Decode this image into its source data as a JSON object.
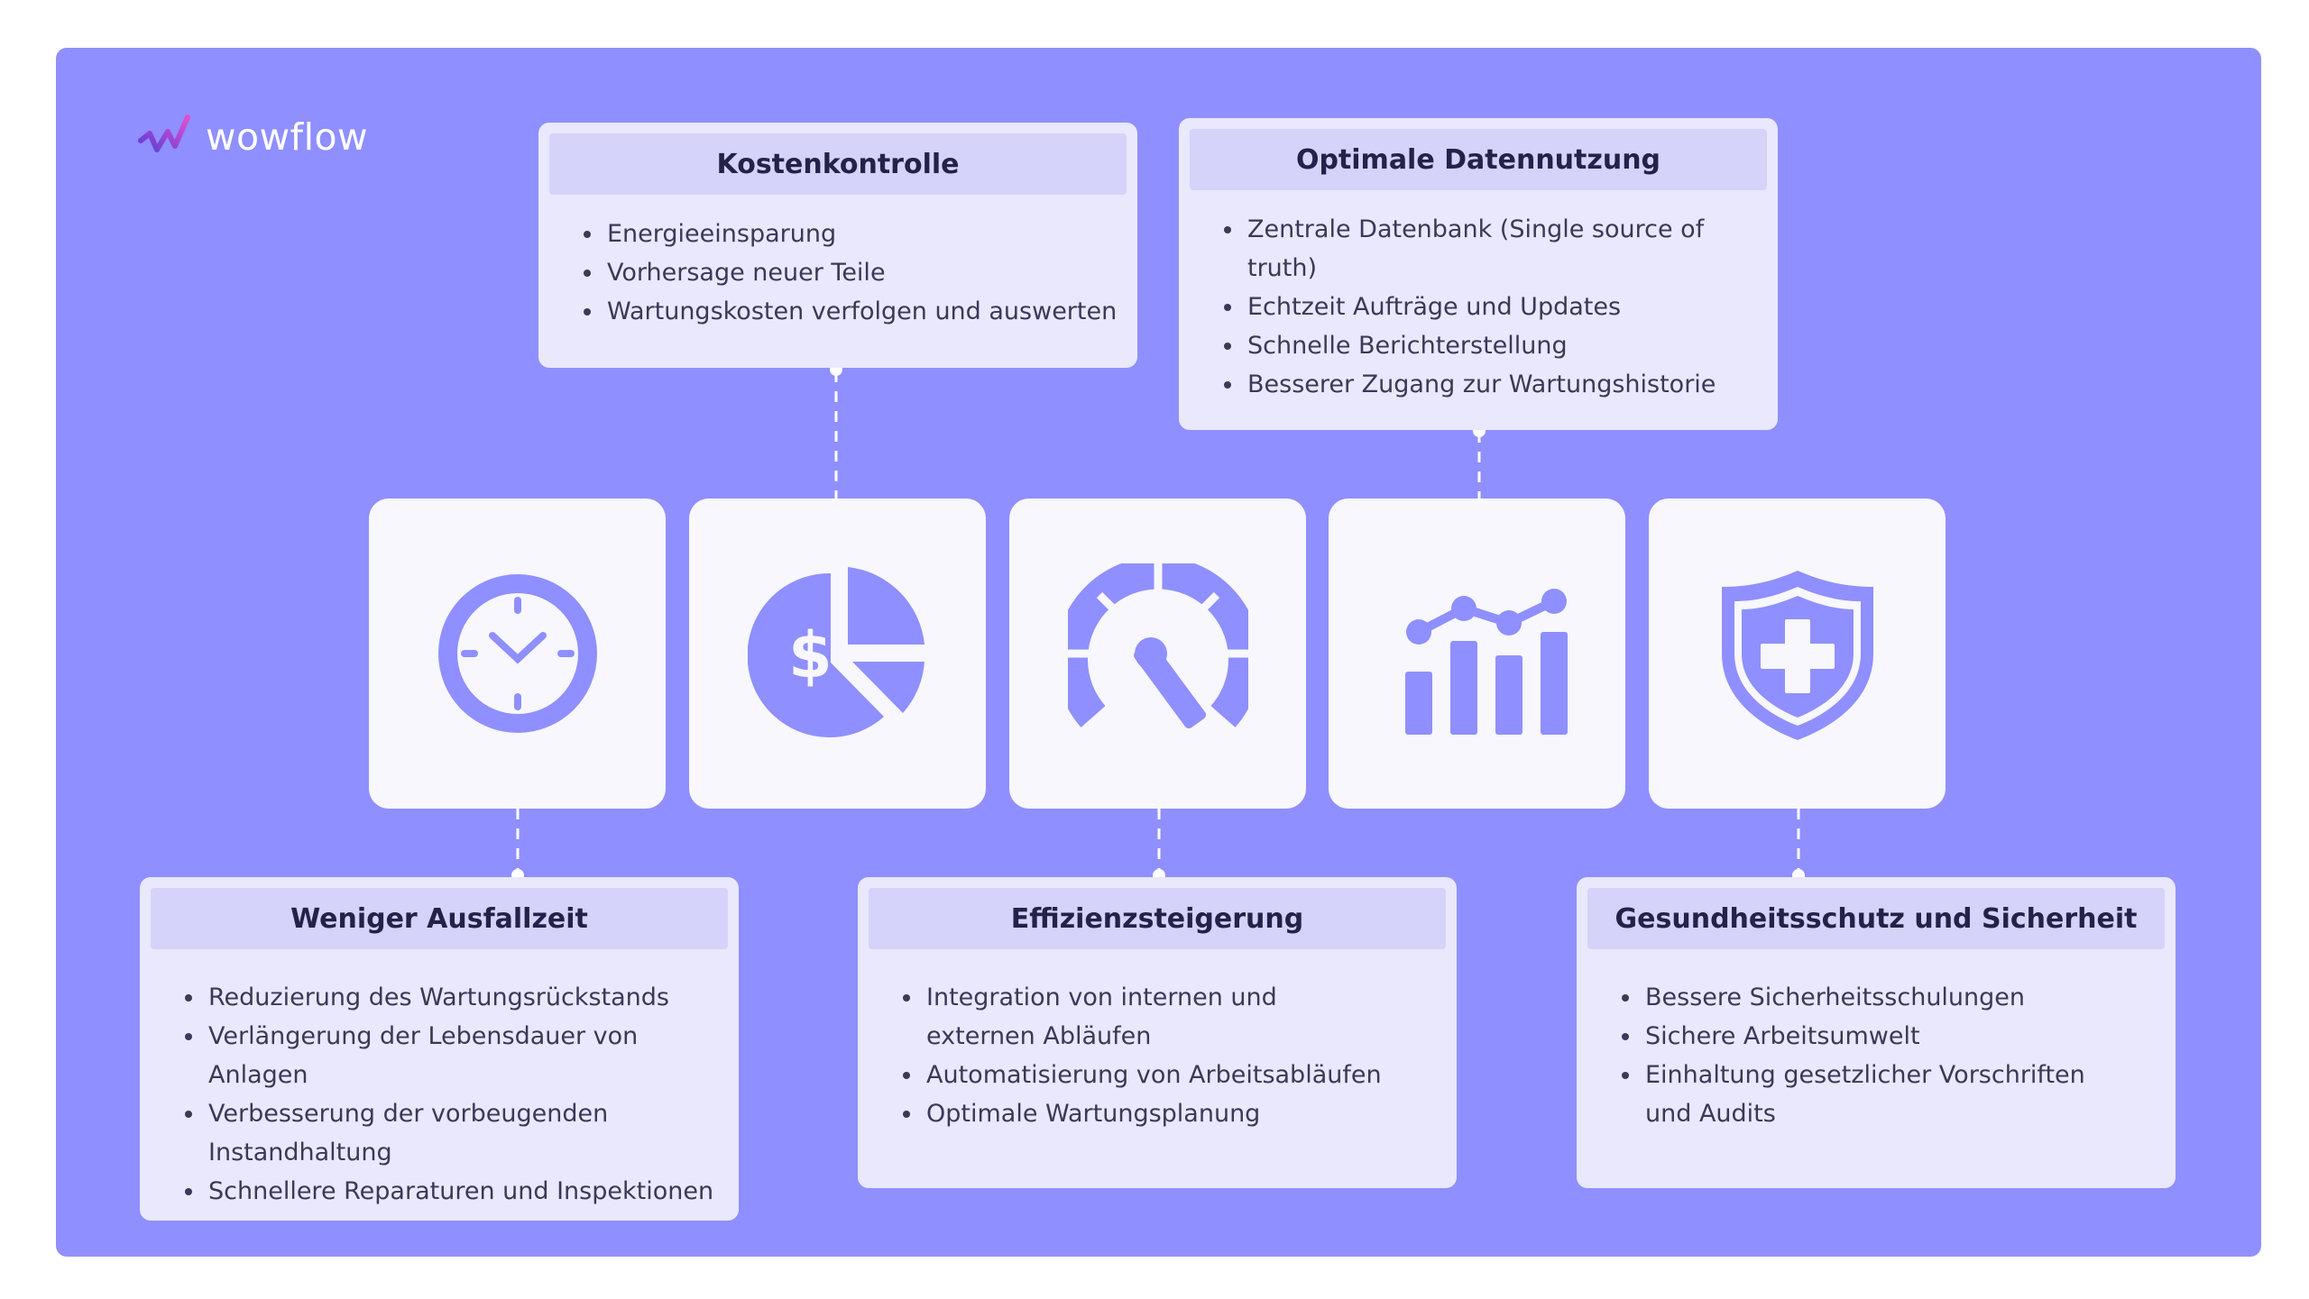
{
  "brand": {
    "name": "wowflow",
    "logo_icon": "wave-check-icon"
  },
  "colors": {
    "panel": "#8f8fff",
    "accent": "#8f8fff",
    "card": "#e9e8fc",
    "card_header": "#d5d3fa",
    "tile": "#f7f7fd"
  },
  "icons": [
    "clock-icon",
    "pie-chart-dollar-icon",
    "speedometer-icon",
    "bar-line-chart-icon",
    "shield-plus-icon"
  ],
  "cards": {
    "cost": {
      "title": "Kostenkontrolle",
      "items": [
        "Energieeinsparung",
        "Vorhersage neuer Teile",
        "Wartungskosten verfolgen und auswerten"
      ]
    },
    "data": {
      "title": "Optimale Datennutzung",
      "items": [
        "Zentrale Datenbank (Single source of truth)",
        "Echtzeit Aufträge und Updates",
        "Schnelle Berichterstellung",
        "Besserer Zugang zur Wartungshistorie"
      ]
    },
    "downtime": {
      "title": "Weniger Ausfallzeit",
      "items": [
        "Reduzierung des Wartungsrückstands",
        "Verlängerung der Lebensdauer von Anlagen",
        "Verbesserung der vorbeugenden Instandhaltung",
        "Schnellere Reparaturen und Inspektionen"
      ]
    },
    "efficiency": {
      "title": "Effizienzsteigerung",
      "items": [
        "Integration von internen und externen Abläufen",
        "Automatisierung von Arbeitsabläufen",
        "Optimale Wartungsplanung"
      ]
    },
    "safety": {
      "title": "Gesundheitsschutz und Sicherheit",
      "items": [
        "Bessere Sicherheitsschulungen",
        "Sichere Arbeitsumwelt",
        "Einhaltung gesetzlicher Vorschriften und Audits"
      ]
    }
  }
}
